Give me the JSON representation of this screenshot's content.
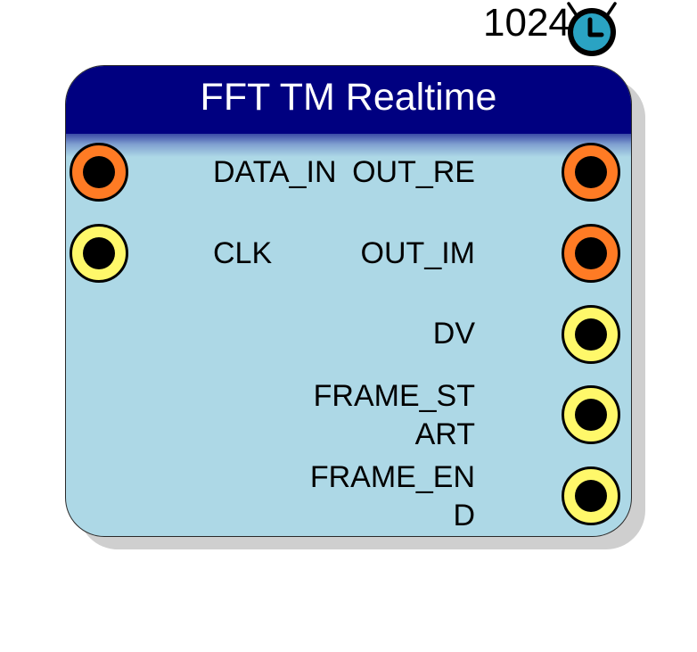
{
  "block": {
    "title": "FFT TM Realtime",
    "sample_rate": "1024",
    "rate_icon": "clock-icon"
  },
  "ports": {
    "inputs": [
      {
        "name": "DATA_IN",
        "kind": "data",
        "color": "#ff7b24"
      },
      {
        "name": "CLK",
        "kind": "clock",
        "color": "#fff86a"
      }
    ],
    "outputs": [
      {
        "name": "OUT_RE",
        "kind": "data",
        "color": "#ff7b24"
      },
      {
        "name": "OUT_IM",
        "kind": "data",
        "color": "#ff7b24"
      },
      {
        "name": "DV",
        "kind": "control",
        "color": "#fff86a"
      },
      {
        "name_line1": "FRAME_ST",
        "name_line2": "ART",
        "kind": "control",
        "color": "#fff86a"
      },
      {
        "name_line1": "FRAME_EN",
        "name_line2": "D",
        "kind": "control",
        "color": "#fff86a"
      }
    ]
  },
  "colors": {
    "header": "#000080",
    "body": "#add8e6",
    "shadow": "#cfcfcf",
    "clock": "#2aa3c3"
  }
}
